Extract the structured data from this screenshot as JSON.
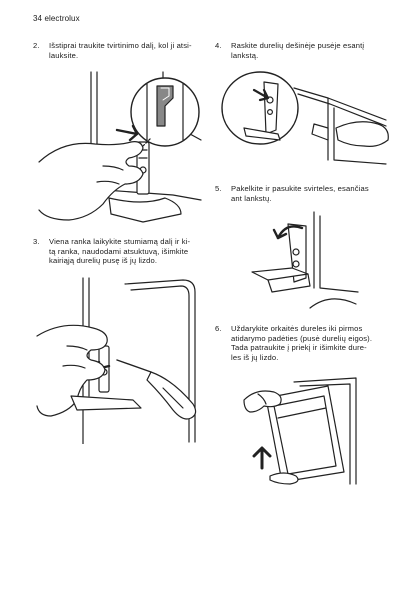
{
  "header": {
    "page_number": "34",
    "brand": "electrolux"
  },
  "steps": [
    {
      "number": "2.",
      "text": "Iš­stip­rai trau­kite tvir­tinimo dalį, kol ji at­si­lauk­site."
    },
    {
      "number": "3.",
      "text": "Viena ranka laikykite stumiamą dalį ir ki-\ntą ranka, naudodami atsuktuvą, išimkite\nkairiąją durelių pusę iš jų lizdo."
    },
    {
      "number": "4.",
      "text": "Raskite durelių dešinėje pusėje esantį\nlankstą."
    },
    {
      "number": "5.",
      "text": "Pakelkite ir pasukite svirteles, esančias\nant lankstų."
    },
    {
      "number": "6.",
      "text": "Uždarykite orkaitės dureles iki pirmos\natidarymo padėties (pusė durelių eigos).\nTada patraukite į priekį ir išimkite dure-\nles iš jų lizdo."
    }
  ],
  "illustrations": [
    {
      "name": "hinge-slide-pull",
      "icon": "hand-pulling-hinge"
    },
    {
      "name": "screwdriver-release",
      "icon": "hand-with-screwdriver"
    },
    {
      "name": "right-hinge-locate",
      "icon": "hinge-arrow"
    },
    {
      "name": "lever-rotate",
      "icon": "rotate-arrow"
    },
    {
      "name": "door-remove",
      "icon": "door-lift-arrow"
    }
  ]
}
